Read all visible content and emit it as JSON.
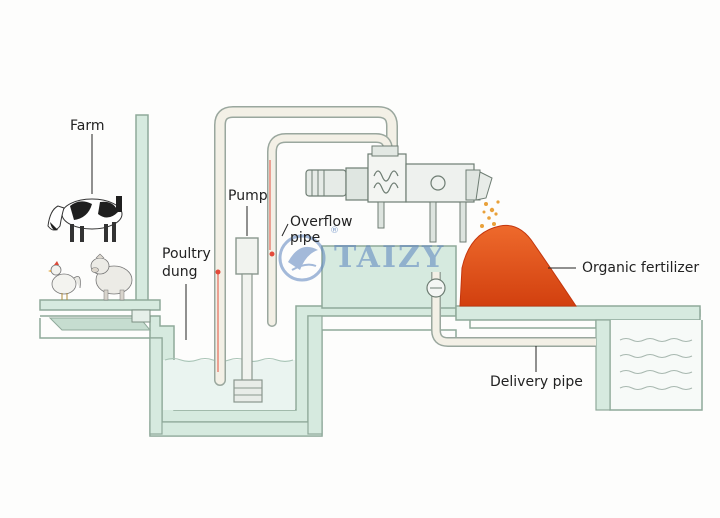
{
  "labels": {
    "farm": "Farm",
    "pump": "Pump",
    "overflow_line1": "Overflow",
    "overflow_line2": "pipe",
    "poultry_line1": "Poultry",
    "poultry_line2": "dung",
    "organic_fertilizer": "Organic fertilizer",
    "delivery_pipe": "Delivery pipe"
  },
  "watermark": {
    "text": "TAIZY",
    "registered": "®"
  },
  "colors": {
    "wall_fill": "#d6eadf",
    "wall_stroke": "#8fa99a",
    "pipe_fill": "#f3f0e6",
    "pipe_stroke": "#9aa79e",
    "fertilizer": "#e8531c",
    "fertilizer_dark": "#c4360d",
    "water": "#eaf4f0",
    "red_line": "#e34a3a",
    "watermark": "#5a82be"
  }
}
